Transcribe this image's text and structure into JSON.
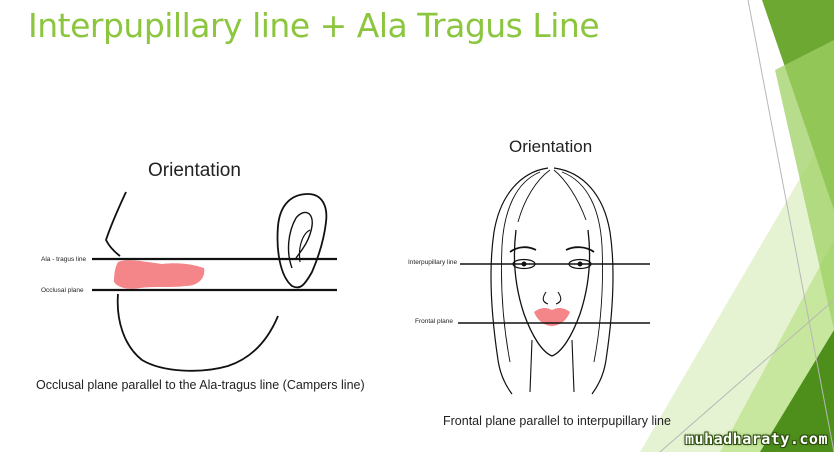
{
  "slide": {
    "title": "Interpupillary line + Ala Tragus Line",
    "watermark": "muhadharaty.com"
  },
  "left_figure": {
    "heading": "Orientation",
    "labels": {
      "ala_tragus": "Ala - tragus line",
      "occlusal": "Occlusal plane"
    },
    "caption": "Occlusal plane parallel to the Ala-tragus line (Campers line)"
  },
  "right_figure": {
    "heading": "Orientation",
    "labels": {
      "interpupillary": "Interpupillary line",
      "frontal": "Frontal plane"
    },
    "caption": "Frontal plane parallel to interpupillary line"
  },
  "colors": {
    "title_green": "#8cc63f",
    "lip_pink": "#f4868a",
    "deco_light": "#dff0c6",
    "deco_mid": "#b8de88",
    "deco_dark": "#5c9e22"
  }
}
